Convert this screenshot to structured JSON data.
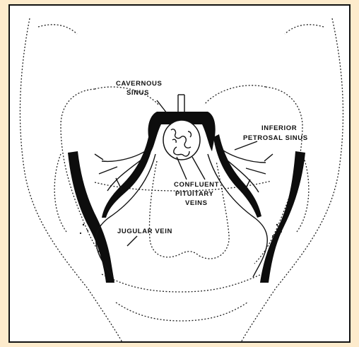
{
  "labels": {
    "cavernous_1": "CAVERNOUS",
    "cavernous_2": "SINUS",
    "inferior_1": "INFERIOR",
    "inferior_2": "PETROSAL SINUS",
    "confluent_1": "CONFLUENT",
    "confluent_2": "PITUITARY",
    "confluent_3": "VEINS",
    "jugular": "JUGULAR VEIN"
  },
  "colors": {
    "page_background": "#fdebcc",
    "frame_border": "#111111",
    "ink": "#111111"
  }
}
